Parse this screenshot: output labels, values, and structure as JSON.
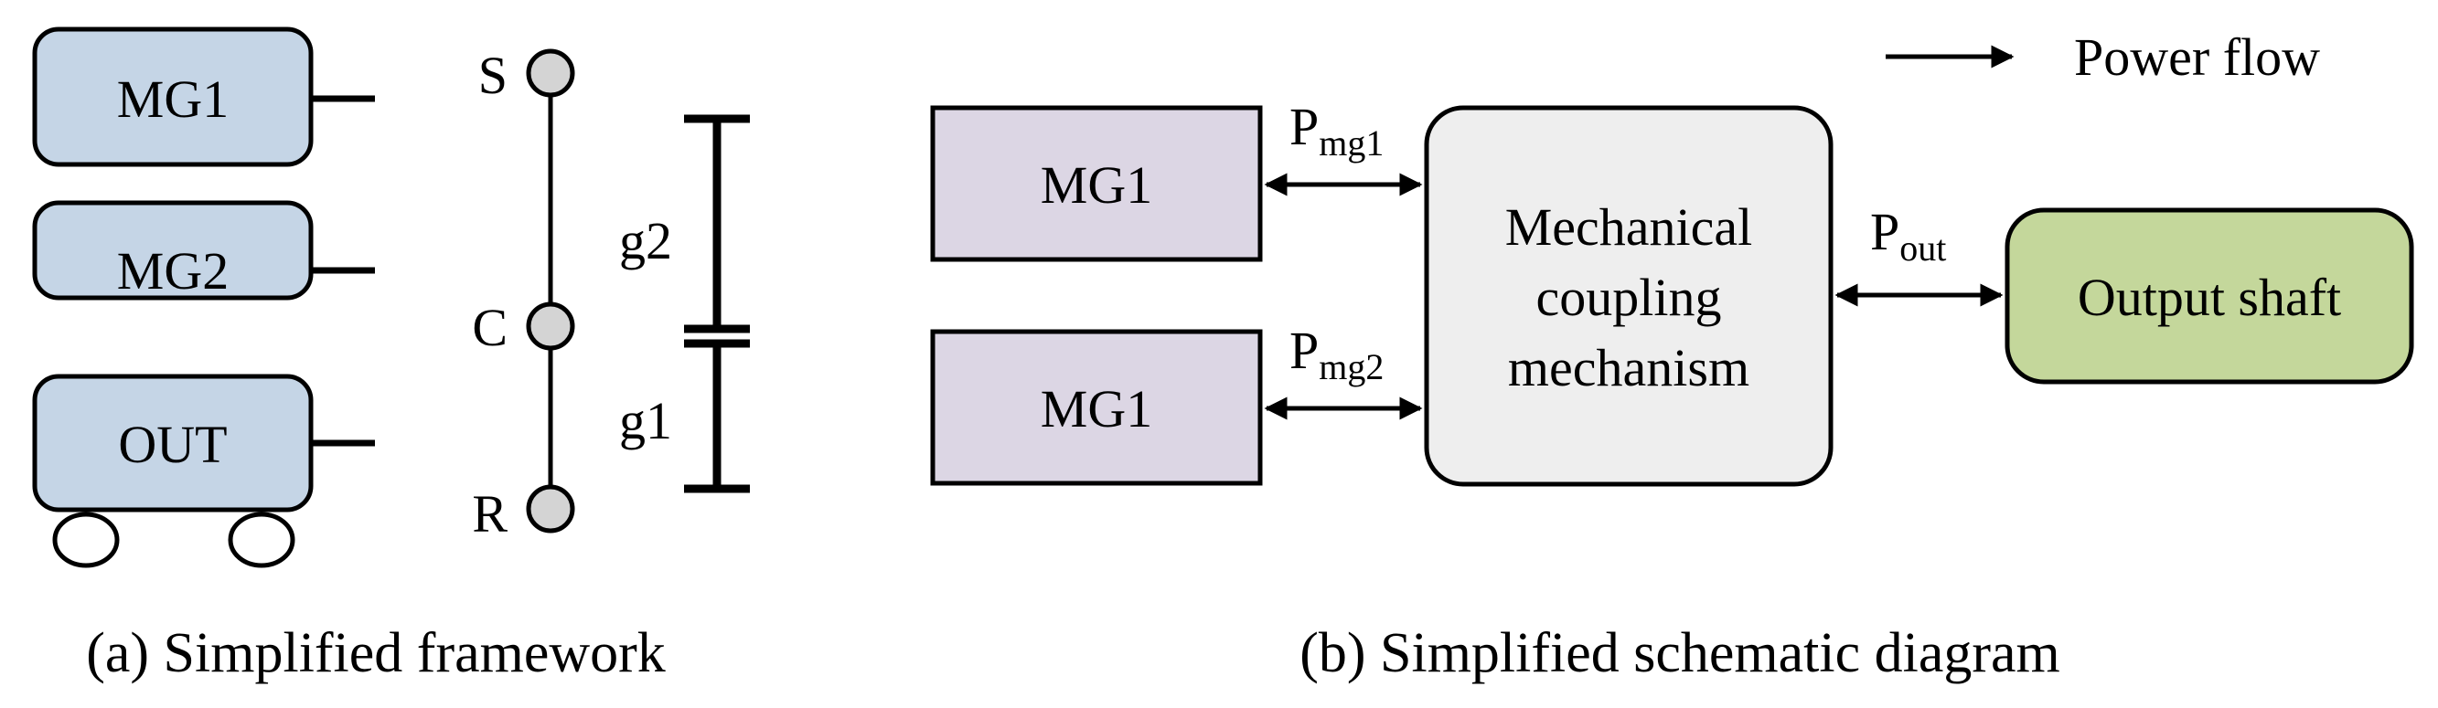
{
  "framework": {
    "blocks": [
      {
        "label": "MG1"
      },
      {
        "label": "MG2"
      },
      {
        "label": "OUT"
      }
    ],
    "nodes": [
      {
        "label": "S"
      },
      {
        "label": "C"
      },
      {
        "label": "R"
      }
    ],
    "gears": [
      {
        "label": "g2"
      },
      {
        "label": "g1"
      }
    ],
    "caption": "(a) Simplified framework",
    "block_fill": "#c5d5e6",
    "node_fill": "#d4d4d4"
  },
  "schematic": {
    "legend_label": "Power flow",
    "motor1": {
      "label": "MG1"
    },
    "motor2": {
      "label": "MG1"
    },
    "power1": {
      "main": "P",
      "sub": "mg1"
    },
    "power2": {
      "main": "P",
      "sub": "mg2"
    },
    "power_out": {
      "main": "P",
      "sub": "out"
    },
    "coupling": {
      "lines": [
        "Mechanical",
        "coupling",
        "mechanism"
      ]
    },
    "output": {
      "label": "Output shaft"
    },
    "caption": "(b) Simplified schematic diagram",
    "motor_fill": "#dcd6e4",
    "coupling_fill": "#eeeeee",
    "output_fill": "#c4d79b"
  }
}
